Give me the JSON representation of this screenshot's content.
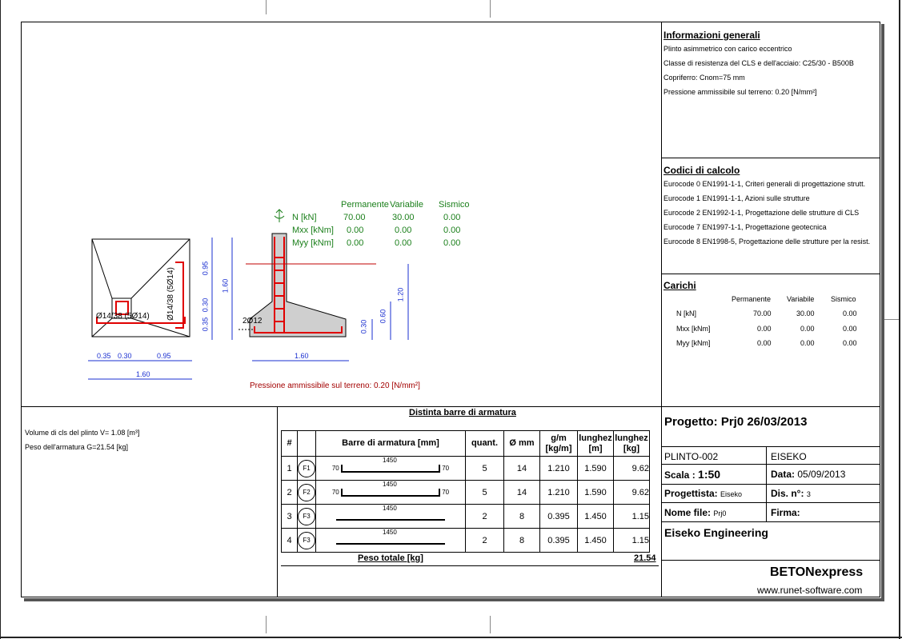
{
  "info": {
    "heading": "Informazioni generali",
    "lines": [
      "Plinto asimmetrico con carico eccentrico",
      "Classe di resistenza del CLS e dell'acciaio: C25/30 - B500B",
      "Copriferro: Cnom=75 mm",
      "Pressione ammissibile sul terreno: 0.20  [N/mm²]"
    ]
  },
  "codes": {
    "heading": "Codici di calcolo",
    "lines": [
      "Eurocode 0 EN1991-1-1,  Criteri generali di progettazione strutt.",
      "Eurocode 1 EN1991-1-1,  Azioni sulle strutture",
      "Eurocode 2 EN1992-1-1,  Progettazione delle strutture di CLS",
      "Eurocode 7 EN1997-1-1,  Progettazione geotecnica",
      "Eurocode 8 EN1998-5, Progettazione delle strutture per la resist."
    ]
  },
  "loads": {
    "heading": "Carichi",
    "cols": [
      "Permanente",
      "Variabile",
      "Sismico"
    ],
    "rows": [
      {
        "label": "N   [kN]",
        "v": [
          "70.00",
          "30.00",
          "0.00"
        ]
      },
      {
        "label": "Mxx [kNm]",
        "v": [
          "0.00",
          "0.00",
          "0.00"
        ]
      },
      {
        "label": "Myy [kNm]",
        "v": [
          "0.00",
          "0.00",
          "0.00"
        ]
      }
    ]
  },
  "drawing": {
    "cols": [
      "Permanente",
      "Variabile",
      "Sismico"
    ],
    "rows": [
      {
        "label": "N  [kN]",
        "v": [
          "70.00",
          "30.00",
          "0.00"
        ]
      },
      {
        "label": "Mxx [kNm]",
        "v": [
          "0.00",
          "0.00",
          "0.00"
        ]
      },
      {
        "label": "Myy [kNm]",
        "v": [
          "0.00",
          "0.00",
          "0.00"
        ]
      }
    ],
    "plan_dims": [
      "0.35",
      "0.30",
      "0.95",
      "1.60"
    ],
    "plan_vdims": [
      "0.95",
      "0.30",
      "0.35",
      "1.60"
    ],
    "bar_label_h": "Ø14/38 (5Ø14)",
    "bar_label_v": "Ø14/38 (5Ø14)",
    "section_bar_label": "2Ø12",
    "section_width": "1.60",
    "section_heights": [
      "0.30",
      "0.60",
      "1.20"
    ],
    "pressure_note": "Pressione ammissibile sul terreno: 0.20  [N/mm²]"
  },
  "volume": {
    "lines": [
      "Volume di cls del plinto  V=  1.08 [m³]",
      "Peso dell'armatura G=21.54 [kg]"
    ]
  },
  "bars": {
    "title": "Distinta barre di armatura",
    "headers": [
      "#",
      "Barre di armatura [mm]",
      "quant.",
      "Ø mm",
      "g/m [kg/m]",
      "lunghez [m]",
      "lunghez [kg]"
    ],
    "rows": [
      {
        "n": "1",
        "mark": "F1",
        "left": "70",
        "len": "1450",
        "right": "70",
        "q": "5",
        "d": "14",
        "gm": "1.210",
        "l": "1.590",
        "kg": "9.62"
      },
      {
        "n": "2",
        "mark": "F2",
        "left": "70",
        "len": "1450",
        "right": "70",
        "q": "5",
        "d": "14",
        "gm": "1.210",
        "l": "1.590",
        "kg": "9.62"
      },
      {
        "n": "3",
        "mark": "F3",
        "left": "",
        "len": "1450",
        "right": "",
        "q": "2",
        "d": "8",
        "gm": "0.395",
        "l": "1.450",
        "kg": "1.15"
      },
      {
        "n": "4",
        "mark": "F3",
        "left": "",
        "len": "1450",
        "right": "",
        "q": "2",
        "d": "8",
        "gm": "0.395",
        "l": "1.450",
        "kg": "1.15"
      }
    ],
    "total_label": "Peso totale  [kg]",
    "total_value": "21.54"
  },
  "title_block": {
    "project": "Progetto: Prj0  26/03/2013",
    "code": "PLINTO-002",
    "company_short": "EISEKO",
    "scale_label": "Scala : ",
    "scale_value": "1:50",
    "date_label": "Data: ",
    "date_value": "05/09/2013",
    "designer_label": "Progettista: ",
    "designer_value": "Eiseko",
    "dis_label": "Dis. n°: ",
    "dis_value": "3",
    "file_label": "Nome file: ",
    "file_value": "Prj0",
    "sign_label": "Firma:",
    "company": "Eiseko Engineering",
    "product": "BETONexpress",
    "url": "www.runet-software.com"
  }
}
